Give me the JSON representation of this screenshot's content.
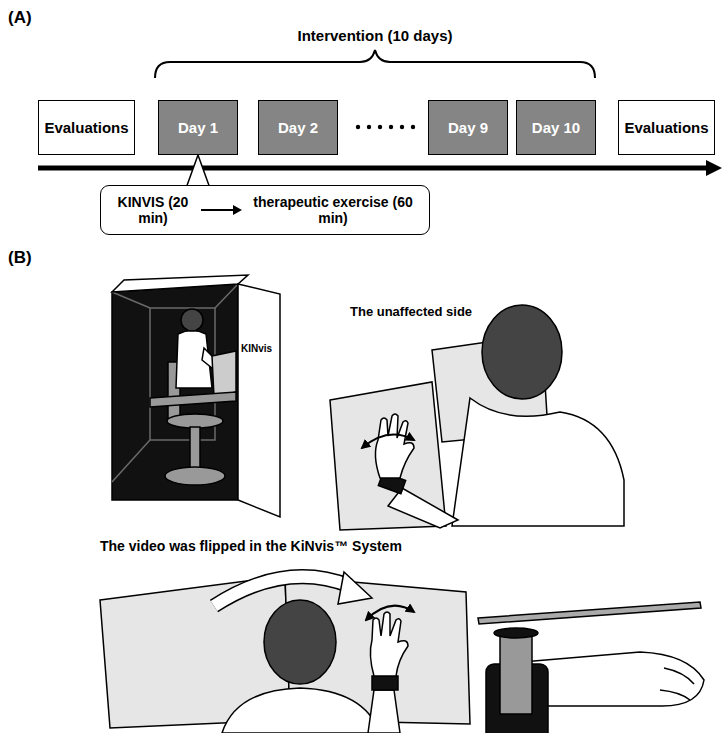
{
  "diagram": {
    "nodes": [
      {
        "text": [
          "Evaluations"
        ]
      },
      {
        "text": [
          "Day 1"
        ]
      },
      {
        "text": [
          "Day 2"
        ]
      },
      {
        "text": [
          "Day 9"
        ]
      },
      {
        "text": [
          "Day 10"
        ]
      },
      {
        "text": [
          "Evaluations"
        ]
      },
      {
        "text": [
          "KINVIS (20 min)",
          "therapeutic exercise (60 min)"
        ]
      }
    ],
    "edges": [
      {
        "from": 1,
        "to": 6,
        "arrow": "none"
      }
    ],
    "labels": [
      "(A)",
      "Intervention (10 days)",
      "(B)",
      "KINvis",
      "The unaffected side",
      "The video was flipped in the KiNvis™ System"
    ]
  }
}
